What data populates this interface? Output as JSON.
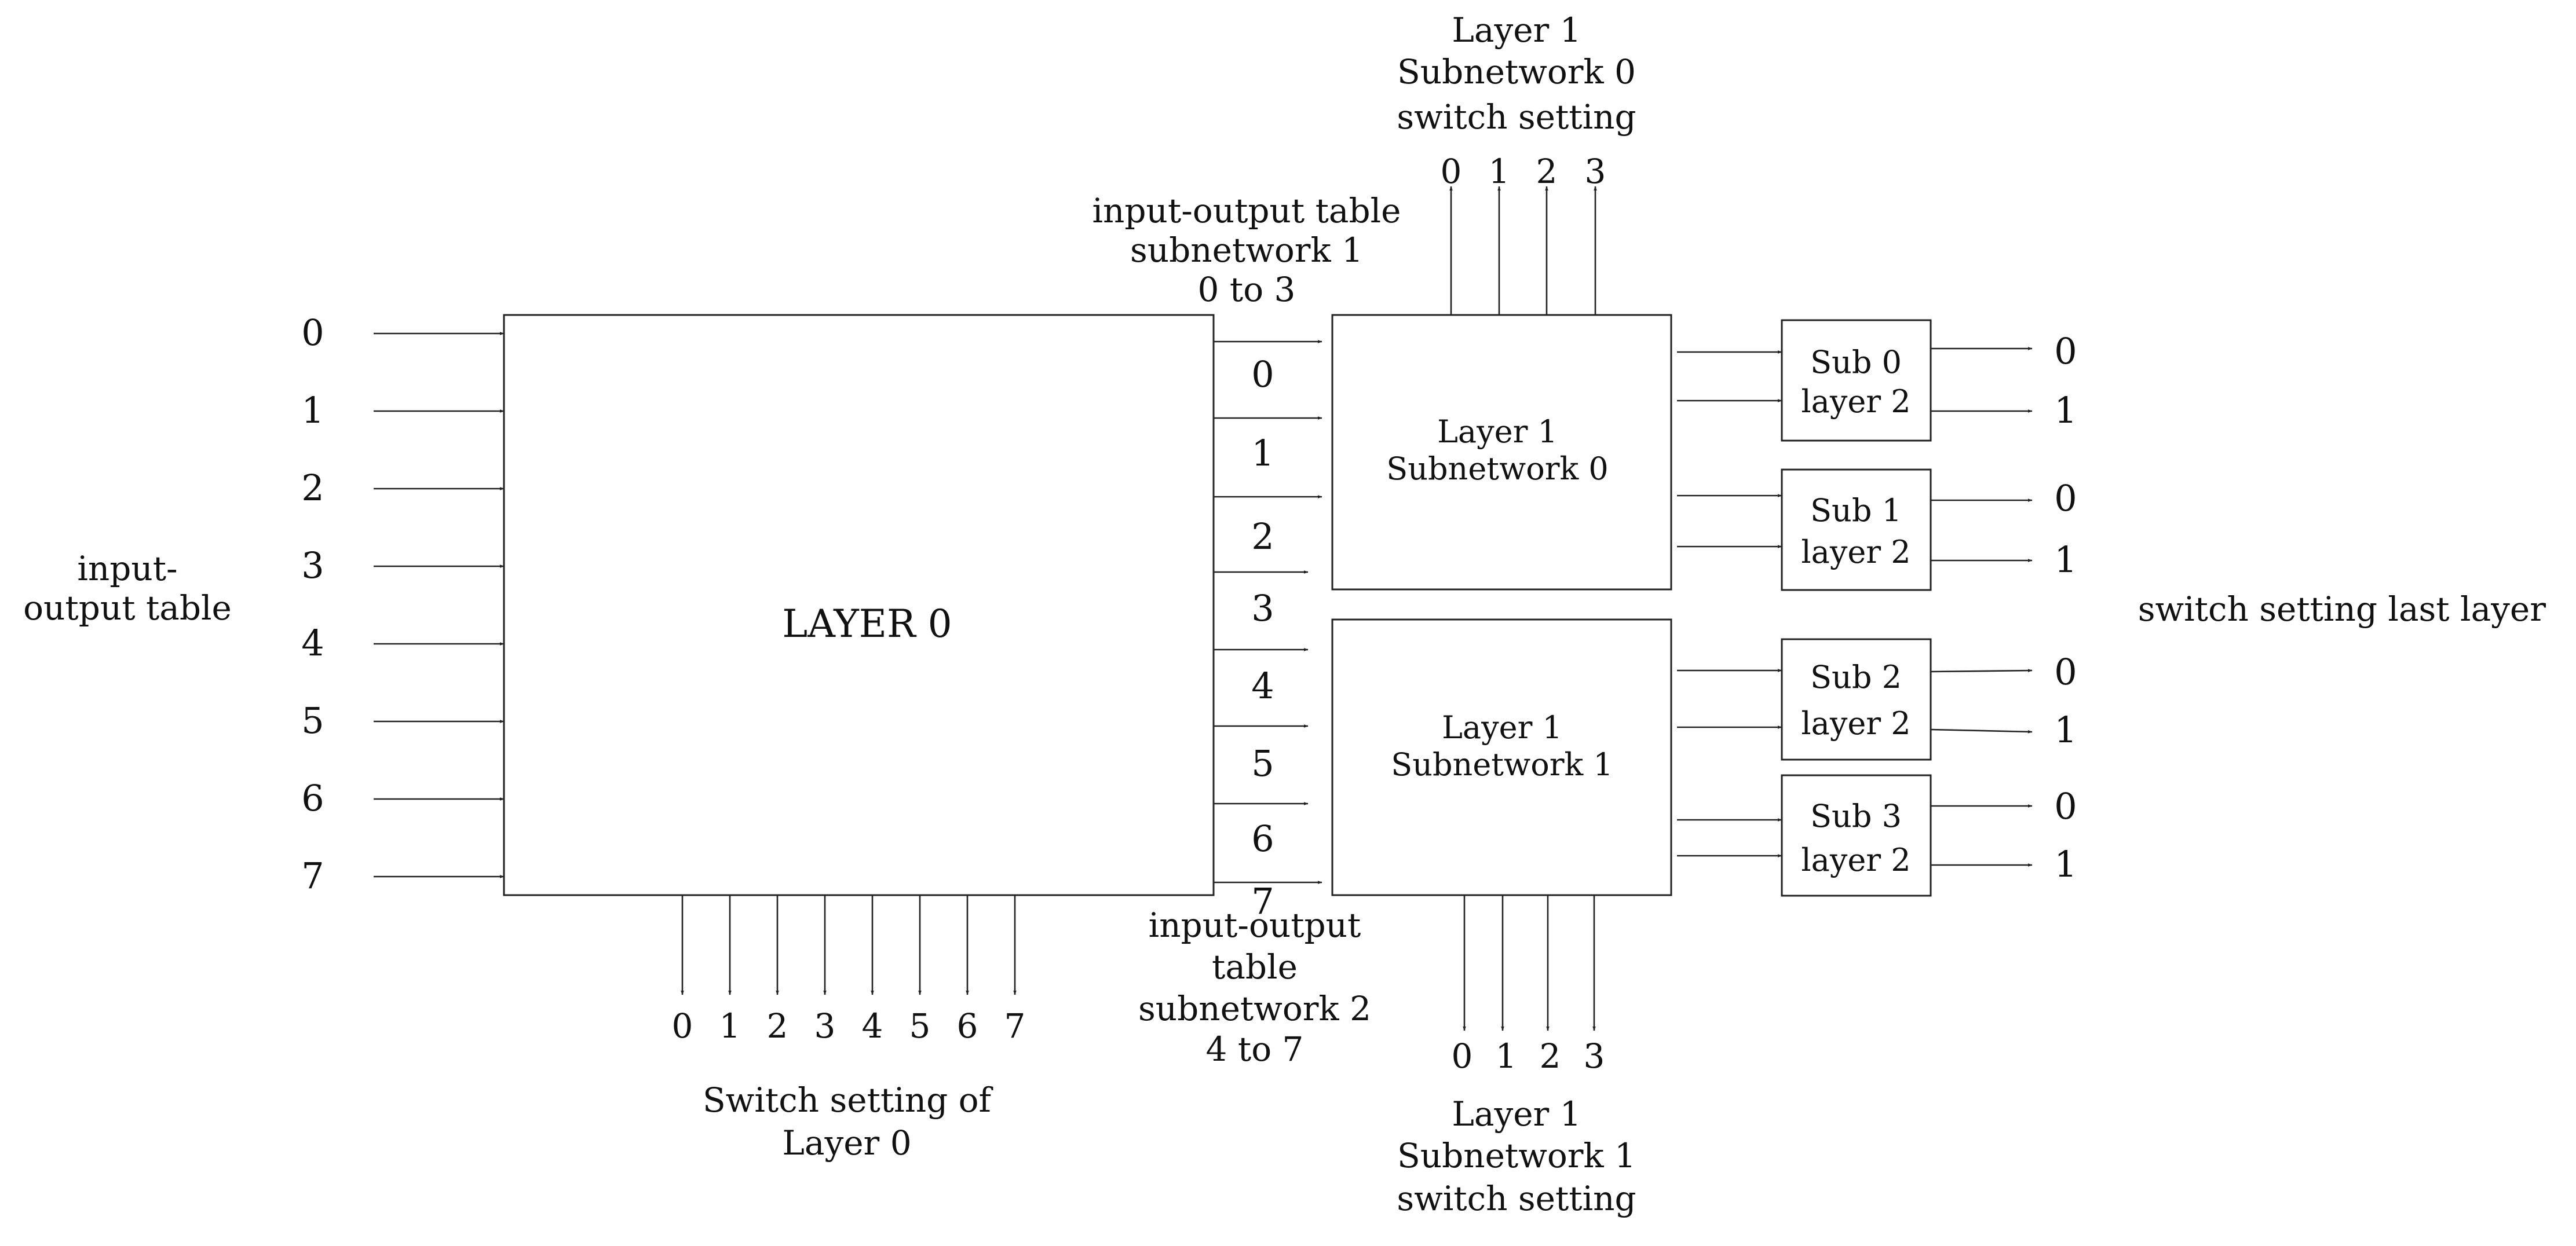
{
  "layer0": {
    "title": "LAYER 0",
    "input_labels": [
      "0",
      "1",
      "2",
      "3",
      "4",
      "5",
      "6",
      "7"
    ],
    "side_label": [
      "input-",
      "output table"
    ],
    "switch_labels": [
      "0",
      "1",
      "2",
      "3",
      "4",
      "5",
      "6",
      "7"
    ],
    "switch_caption": [
      "Switch setting of",
      "Layer 0"
    ]
  },
  "layer0_outputs": [
    "0",
    "1",
    "2",
    "3",
    "4",
    "5",
    "6",
    "7"
  ],
  "top_table": [
    "input-output table",
    "subnetwork 1",
    "0 to 3"
  ],
  "bottom_table": [
    "input-output",
    "table",
    "subnetwork 2",
    "4 to 7"
  ],
  "sub0": {
    "title": [
      "Layer 1",
      "Subnetwork 0"
    ],
    "switch_labels": [
      "0",
      "1",
      "2",
      "3"
    ],
    "switch_caption": [
      "Layer 1",
      "Subnetwork 0",
      "switch setting"
    ]
  },
  "sub1": {
    "title": [
      "Layer 1",
      "Subnetwork 1"
    ],
    "switch_labels": [
      "0",
      "1",
      "2",
      "3"
    ],
    "switch_caption": [
      "Layer 1",
      "Subnetwork 1",
      "switch setting"
    ]
  },
  "layer2": [
    {
      "title": [
        "Sub 0",
        "layer 2"
      ],
      "outputs": [
        "0",
        "1"
      ]
    },
    {
      "title": [
        "Sub 1",
        "layer 2"
      ],
      "outputs": [
        "0",
        "1"
      ]
    },
    {
      "title": [
        "Sub  2",
        "layer 2"
      ],
      "outputs": [
        "0",
        "1"
      ]
    },
    {
      "title": [
        "Sub 3",
        "layer 2"
      ],
      "outputs": [
        "0",
        "1"
      ]
    }
  ],
  "last_layer_label": "switch setting last layer"
}
